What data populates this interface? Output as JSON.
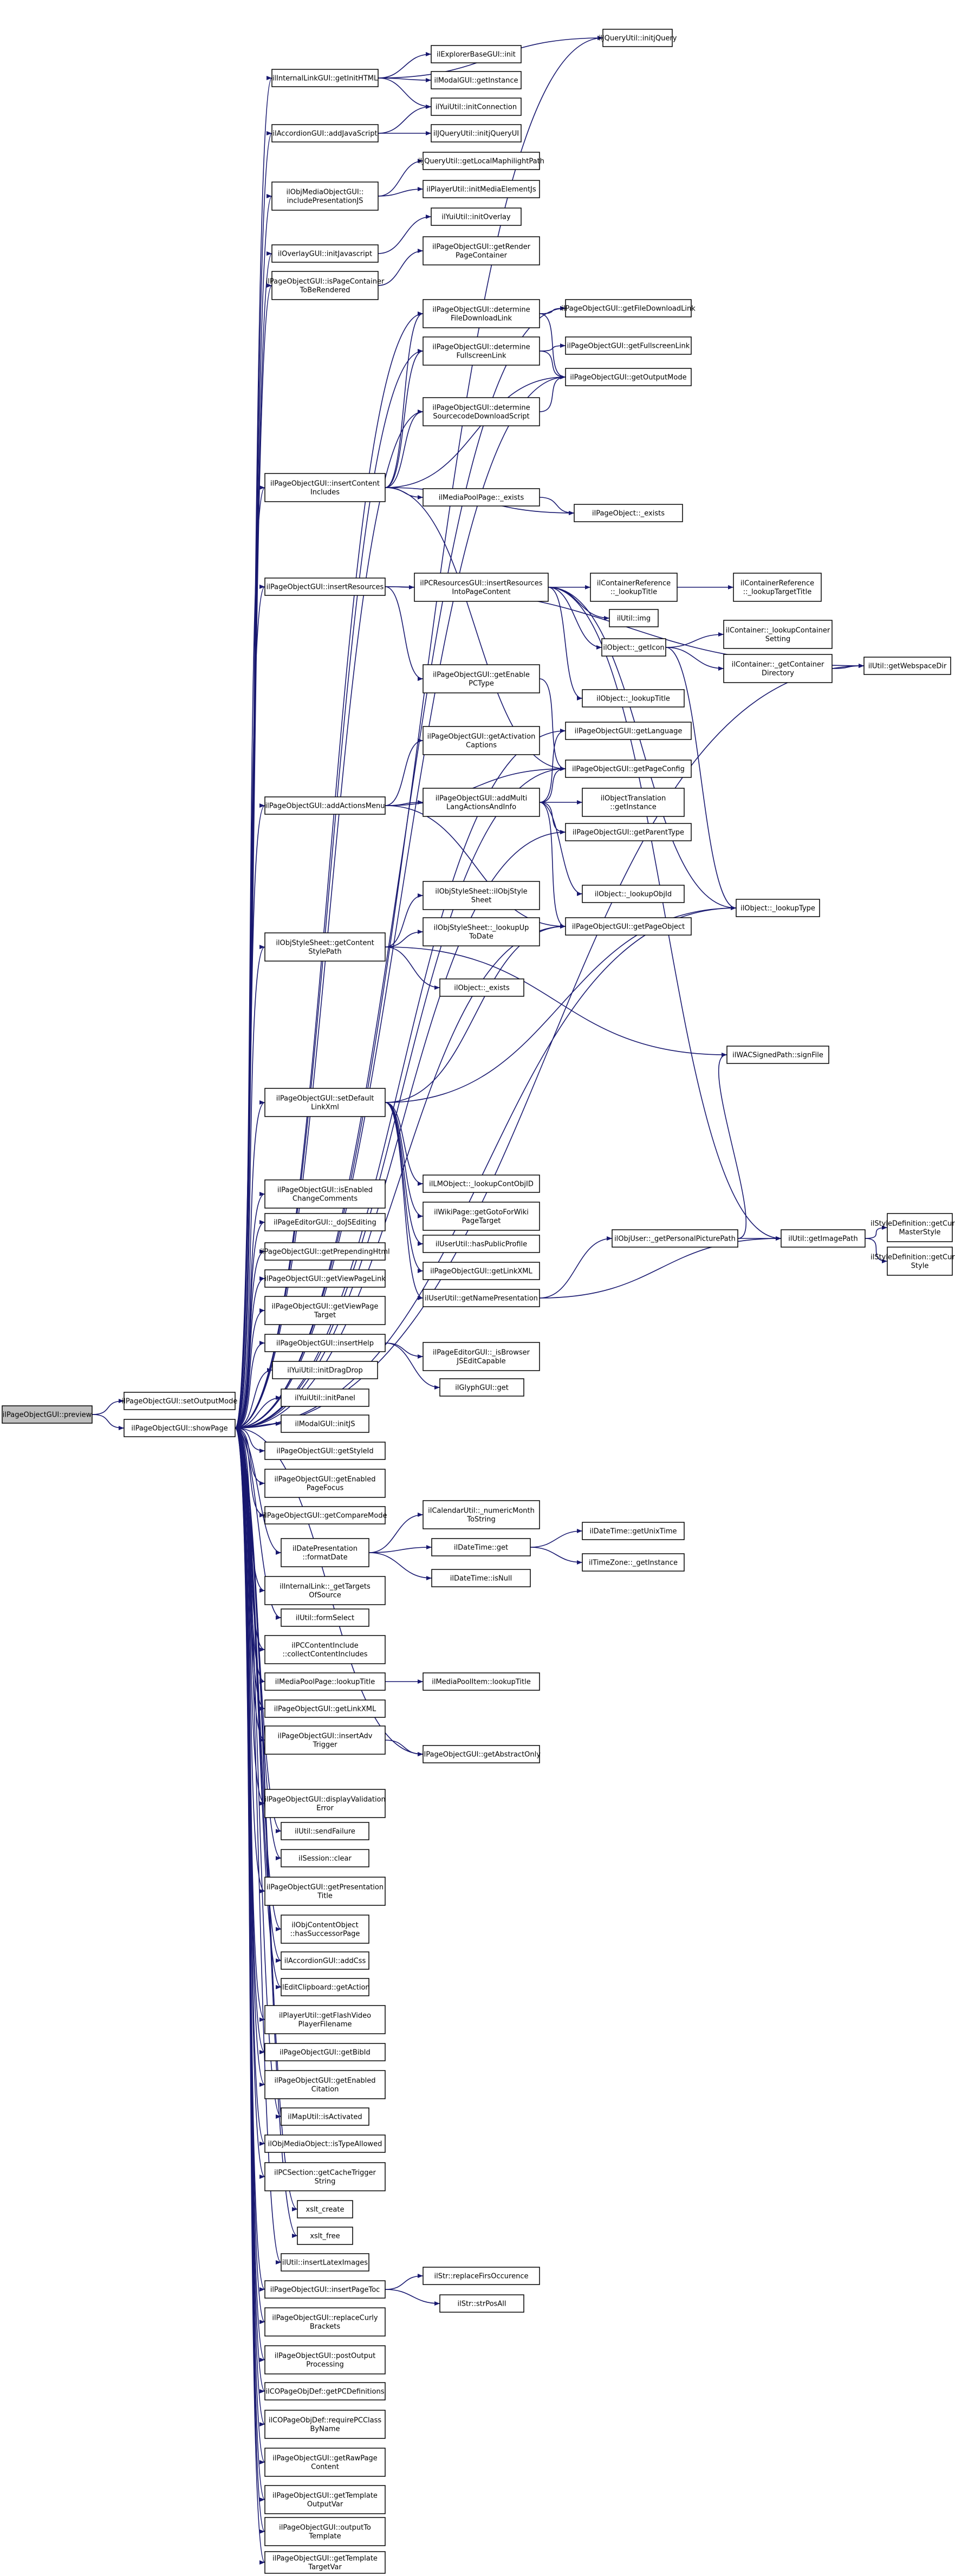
{
  "diagram": {
    "type": "call-graph",
    "colors": {
      "edge": "#191970",
      "root_fill": "#bfbfbf",
      "node_fill": "#ffffff",
      "border": "#000000"
    },
    "nodes": [
      {
        "id": "root",
        "lines": [
          "ilPageObjectGUI::preview"
        ]
      },
      {
        "id": "outputMode",
        "lines": [
          "ilPageObjectGUI::setOutputMode"
        ]
      },
      {
        "id": "showPage",
        "lines": [
          "ilPageObjectGUI::showPage"
        ]
      },
      {
        "id": "jqInit",
        "lines": [
          "ilJQueryUtil::initjQuery"
        ]
      },
      {
        "id": "intLinkHTML",
        "lines": [
          "ilInternalLinkGUI::getInitHTML"
        ]
      },
      {
        "id": "explorerInit",
        "lines": [
          "ilExplorerBaseGUI::init"
        ]
      },
      {
        "id": "modalInst",
        "lines": [
          "ilModalGUI::getInstance"
        ]
      },
      {
        "id": "yuiConn",
        "lines": [
          "ilYuiUtil::initConnection"
        ]
      },
      {
        "id": "accJs",
        "lines": [
          "ilAccordionGUI::addJavaScript"
        ]
      },
      {
        "id": "jqUI",
        "lines": [
          "ilJQueryUtil::initjQueryUI"
        ]
      },
      {
        "id": "maphilight",
        "lines": [
          "ilJQueryUtil::getLocalMaphilightPath"
        ]
      },
      {
        "id": "incPres",
        "lines": [
          "ilObjMediaObjectGUI::",
          "includePresentationJS"
        ]
      },
      {
        "id": "mediaEl",
        "lines": [
          "ilPlayerUtil::initMediaElementJs"
        ]
      },
      {
        "id": "overlayJs",
        "lines": [
          "ilOverlayGUI::initJavascript"
        ]
      },
      {
        "id": "yuiOverlay",
        "lines": [
          "ilYuiUtil::initOverlay"
        ]
      },
      {
        "id": "renderPC",
        "lines": [
          "ilPageObjectGUI::getRender",
          "PageContainer"
        ]
      },
      {
        "id": "pcRender",
        "lines": [
          "ilPageObjectGUI::isPageContainer",
          "ToBeRendered"
        ]
      },
      {
        "id": "detFileDL",
        "lines": [
          "ilPageObjectGUI::determine",
          "FileDownloadLink"
        ]
      },
      {
        "id": "getFileDL",
        "lines": [
          "ilPageObjectGUI::getFileDownloadLink"
        ]
      },
      {
        "id": "detFS",
        "lines": [
          "ilPageObjectGUI::determine",
          "FullscreenLink"
        ]
      },
      {
        "id": "getFS",
        "lines": [
          "ilPageObjectGUI::getFullscreenLink"
        ]
      },
      {
        "id": "getOutMode",
        "lines": [
          "ilPageObjectGUI::getOutputMode"
        ]
      },
      {
        "id": "detSrc",
        "lines": [
          "ilPageObjectGUI::determine",
          "SourcecodeDownloadScript"
        ]
      },
      {
        "id": "insContent",
        "lines": [
          "ilPageObjectGUI::insertContent",
          "Includes"
        ]
      },
      {
        "id": "mpExists",
        "lines": [
          "ilMediaPoolPage::_exists"
        ]
      },
      {
        "id": "poExists",
        "lines": [
          "ilPageObject::_exists"
        ]
      },
      {
        "id": "insRes",
        "lines": [
          "ilPageObjectGUI::insertResources"
        ]
      },
      {
        "id": "pcResIns",
        "lines": [
          "ilPCResourcesGUI::insertResources",
          "IntoPageContent"
        ]
      },
      {
        "id": "crLookupTitle",
        "lines": [
          "ilContainerReference",
          "::_lookupTitle"
        ]
      },
      {
        "id": "crLookupTarget",
        "lines": [
          "ilContainerReference",
          "::_lookupTargetTitle"
        ]
      },
      {
        "id": "utilImg",
        "lines": [
          "ilUtil::img"
        ]
      },
      {
        "id": "objGetIcon",
        "lines": [
          "ilObject::_getIcon"
        ]
      },
      {
        "id": "contLookupSetting",
        "lines": [
          "ilContainer::_lookupContainer",
          "Setting"
        ]
      },
      {
        "id": "contGetDir",
        "lines": [
          "ilContainer::_getContainer",
          "Directory"
        ]
      },
      {
        "id": "webspace",
        "lines": [
          "ilUtil::getWebspaceDir"
        ]
      },
      {
        "id": "enablePC",
        "lines": [
          "ilPageObjectGUI::getEnable",
          "PCType"
        ]
      },
      {
        "id": "lookupTitle",
        "lines": [
          "ilObject::_lookupTitle"
        ]
      },
      {
        "id": "getLang",
        "lines": [
          "ilPageObjectGUI::getLanguage"
        ]
      },
      {
        "id": "actCap",
        "lines": [
          "ilPageObjectGUI::getActivation",
          "Captions"
        ]
      },
      {
        "id": "getPageConfig",
        "lines": [
          "ilPageObjectGUI::getPageConfig"
        ]
      },
      {
        "id": "addActions",
        "lines": [
          "ilPageObjectGUI::addActionsMenu"
        ]
      },
      {
        "id": "addMultiLang",
        "lines": [
          "ilPageObjectGUI::addMulti",
          "LangActionsAndInfo"
        ]
      },
      {
        "id": "objTransl",
        "lines": [
          "ilObjectTranslation",
          "::getInstance"
        ]
      },
      {
        "id": "getParentType",
        "lines": [
          "ilPageObjectGUI::getParentType"
        ]
      },
      {
        "id": "ssStyle",
        "lines": [
          "ilObjStyleSheet::ilObjStyle",
          "Sheet"
        ]
      },
      {
        "id": "lookupObjId",
        "lines": [
          "ilObject::_lookupObjId"
        ]
      },
      {
        "id": "getPageObject",
        "lines": [
          "ilPageObjectGUI::getPageObject"
        ]
      },
      {
        "id": "ssUpToDate",
        "lines": [
          "ilObjStyleSheet::_lookupUp",
          "ToDate"
        ]
      },
      {
        "id": "ssContentPath",
        "lines": [
          "ilObjStyleSheet::getContent",
          "StylePath"
        ]
      },
      {
        "id": "objExists",
        "lines": [
          "ilObject::_exists"
        ]
      },
      {
        "id": "lookupType",
        "lines": [
          "ilObject::_lookupType"
        ]
      },
      {
        "id": "wacSigned",
        "lines": [
          "ilWACSignedPath::signFile"
        ]
      },
      {
        "id": "defLinkXml",
        "lines": [
          "ilPageObjectGUI::setDefault",
          "LinkXml"
        ]
      },
      {
        "id": "lmLookupCont",
        "lines": [
          "ilLMObject::_lookupContObjID"
        ]
      },
      {
        "id": "wikiGoto",
        "lines": [
          "ilWikiPage::getGotoForWiki",
          "PageTarget"
        ]
      },
      {
        "id": "hasPublic",
        "lines": [
          "ilUserUtil::hasPublicProfile"
        ]
      },
      {
        "id": "getLinkXML",
        "lines": [
          "ilPageObjectGUI::getLinkXML"
        ]
      },
      {
        "id": "namePres",
        "lines": [
          "ilUserUtil::getNamePresentation"
        ]
      },
      {
        "id": "enabledComments",
        "lines": [
          "ilPageObjectGUI::isEnabled",
          "ChangeComments"
        ]
      },
      {
        "id": "doJSEditing",
        "lines": [
          "ilPageEditorGUI::_doJSEditing"
        ]
      },
      {
        "id": "userPicPath",
        "lines": [
          "ilObjUser::_getPersonalPicturePath"
        ]
      },
      {
        "id": "imagePath",
        "lines": [
          "ilUtil::getImagePath"
        ]
      },
      {
        "id": "styleMaster",
        "lines": [
          "ilStyleDefinition::getCurrent",
          "MasterStyle"
        ]
      },
      {
        "id": "styleCurrent",
        "lines": [
          "ilStyleDefinition::getCurrent",
          "Style"
        ]
      },
      {
        "id": "prependHtml",
        "lines": [
          "ilPageObjectGUI::getPrependingHtml"
        ]
      },
      {
        "id": "viewPageLink",
        "lines": [
          "ilPageObjectGUI::getViewPageLink"
        ]
      },
      {
        "id": "viewPageTarget",
        "lines": [
          "ilPageObjectGUI::getViewPage",
          "Target"
        ]
      },
      {
        "id": "insertHelp",
        "lines": [
          "ilPageObjectGUI::insertHelp"
        ]
      },
      {
        "id": "jsEditCap",
        "lines": [
          "ilPageEditorGUI::_isBrowser",
          "JSEditCapable"
        ]
      },
      {
        "id": "dragDrop",
        "lines": [
          "ilYuiUtil::initDragDrop"
        ]
      },
      {
        "id": "glyphGet",
        "lines": [
          "ilGlyphGUI::get"
        ]
      },
      {
        "id": "initPanel",
        "lines": [
          "ilYuiUtil::initPanel"
        ]
      },
      {
        "id": "modalInitJS",
        "lines": [
          "ilModalGUI::initJS"
        ]
      },
      {
        "id": "getStyleId",
        "lines": [
          "ilPageObjectGUI::getStyleId"
        ]
      },
      {
        "id": "enabledPageFocus",
        "lines": [
          "ilPageObjectGUI::getEnabled",
          "PageFocus"
        ]
      },
      {
        "id": "compareMode",
        "lines": [
          "ilPageObjectGUI::getCompareMode"
        ]
      },
      {
        "id": "calNumericMonth",
        "lines": [
          "ilCalendarUtil::_numericMonth",
          "ToString"
        ]
      },
      {
        "id": "dateFormat",
        "lines": [
          "ilDatePresentation",
          "::formatDate"
        ]
      },
      {
        "id": "dateGet",
        "lines": [
          "ilDateTime::get"
        ]
      },
      {
        "id": "unixTime",
        "lines": [
          "ilDateTime::getUnixTime"
        ]
      },
      {
        "id": "tzInstance",
        "lines": [
          "ilTimeZone::_getInstance"
        ]
      },
      {
        "id": "isNull",
        "lines": [
          "ilDateTime::isNull"
        ]
      },
      {
        "id": "getTargets",
        "lines": [
          "ilInternalLink::_getTargets",
          "OfSource"
        ]
      },
      {
        "id": "formSelect",
        "lines": [
          "ilUtil::formSelect"
        ]
      },
      {
        "id": "collectContent",
        "lines": [
          "ilPCContentInclude",
          "::collectContentIncludes"
        ]
      },
      {
        "id": "mpLookupTitle",
        "lines": [
          "ilMediaPoolPage::lookupTitle"
        ]
      },
      {
        "id": "mpItemLookupTitle",
        "lines": [
          "ilMediaPoolItem::lookupTitle"
        ]
      },
      {
        "id": "advTrigger",
        "lines": [
          "ilPageObjectGUI::insertAdv",
          "Trigger"
        ]
      },
      {
        "id": "abstractOnly",
        "lines": [
          "ilPageObjectGUI::getAbstractOnly"
        ]
      },
      {
        "id": "validError",
        "lines": [
          "ilPageObjectGUI::displayValidation",
          "Error"
        ]
      },
      {
        "id": "sendFailure",
        "lines": [
          "ilUtil::sendFailure"
        ]
      },
      {
        "id": "sessClear",
        "lines": [
          "ilSession::clear"
        ]
      },
      {
        "id": "presTitle",
        "lines": [
          "ilPageObjectGUI::getPresentation",
          "Title"
        ]
      },
      {
        "id": "successorPage",
        "lines": [
          "ilObjContentObject",
          "::hasSuccessorPage"
        ]
      },
      {
        "id": "accCss",
        "lines": [
          "ilAccordionGUI::addCss"
        ]
      },
      {
        "id": "clipAction",
        "lines": [
          "ilEditClipboard::getAction"
        ]
      },
      {
        "id": "flashVideo",
        "lines": [
          "ilPlayerUtil::getFlashVideo",
          "PlayerFilename"
        ]
      },
      {
        "id": "getBibId",
        "lines": [
          "ilPageObjectGUI::getBibId"
        ]
      },
      {
        "id": "enabledCitation",
        "lines": [
          "ilPageObjectGUI::getEnabled",
          "Citation"
        ]
      },
      {
        "id": "mapActivated",
        "lines": [
          "ilMapUtil::isActivated"
        ]
      },
      {
        "id": "typeAllowed",
        "lines": [
          "ilObjMediaObject::isTypeAllowed"
        ]
      },
      {
        "id": "cacheTrigger",
        "lines": [
          "ilPCSection::getCacheTrigger",
          "String"
        ]
      },
      {
        "id": "xsltCreate",
        "lines": [
          "xslt_create"
        ]
      },
      {
        "id": "xsltFree",
        "lines": [
          "xslt_free"
        ]
      },
      {
        "id": "latexImages",
        "lines": [
          "ilUtil::insertLatexImages"
        ]
      },
      {
        "id": "insertPageToc",
        "lines": [
          "ilPageObjectGUI::insertPageToc"
        ]
      },
      {
        "id": "strFirst",
        "lines": [
          "ilStr::replaceFirsOccurence"
        ]
      },
      {
        "id": "strPosAll",
        "lines": [
          "ilStr::strPosAll"
        ]
      },
      {
        "id": "curlyBrackets",
        "lines": [
          "ilPageObjectGUI::replaceCurly",
          "Brackets"
        ]
      },
      {
        "id": "postOutput",
        "lines": [
          "ilPageObjectGUI::postOutput",
          "Processing"
        ]
      },
      {
        "id": "pcDefs",
        "lines": [
          "ilCOPageObjDef::getPCDefinitions"
        ]
      },
      {
        "id": "pcDefClass",
        "lines": [
          "ilCOPageObjDef::requirePCClass",
          "ByName"
        ]
      },
      {
        "id": "rawContent",
        "lines": [
          "ilPageObjectGUI::getRawPage",
          "Content"
        ]
      },
      {
        "id": "templOutputVar",
        "lines": [
          "ilPageObjectGUI::getTemplate",
          "OutputVar"
        ]
      },
      {
        "id": "outputToTemplate",
        "lines": [
          "ilPageObjectGUI::outputTo",
          "Template"
        ]
      },
      {
        "id": "templTargetVar",
        "lines": [
          "ilPageObjectGUI::getTemplate",
          "TargetVar"
        ]
      }
    ]
  }
}
